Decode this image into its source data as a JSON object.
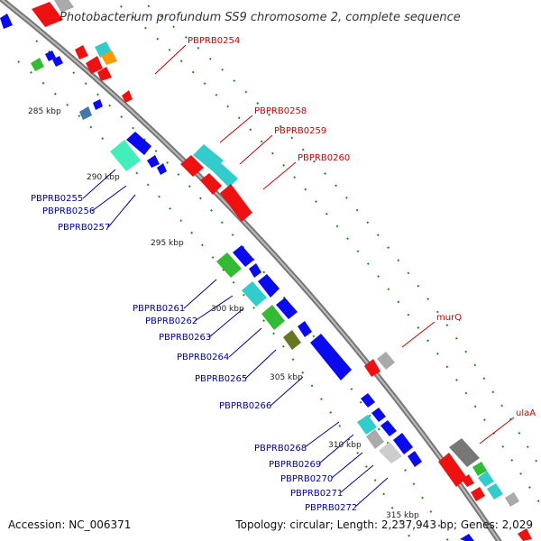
{
  "title": "Photobacterium profundum SS9 chromosome 2, complete sequence",
  "accession_text": "Accession: NC_006371",
  "summary_text": "Topology: circular; Length: 2,237,943 bp; Genes: 2,029",
  "ticks": [
    {
      "label": "285 kbp"
    },
    {
      "label": "290 kbp"
    },
    {
      "label": "295 kbp"
    },
    {
      "label": "300 kbp"
    },
    {
      "label": "305 kbp"
    },
    {
      "label": "310 kbp"
    },
    {
      "label": "315 kbp"
    }
  ],
  "labels_forward": [
    "PBPRB0254",
    "PBPRB0258",
    "PBPRB0259",
    "PBPRB0260",
    "murQ",
    "ulaA"
  ],
  "labels_reverse": [
    "PBPRB0255",
    "PBPRB0256",
    "PBPRB0257",
    "PBPRB0261",
    "PBPRB0262",
    "PBPRB0263",
    "PBPRB0264",
    "PBPRB0265",
    "PBPRB0266",
    "PBPRB0268",
    "PBPRB0269",
    "PBPRB0270",
    "PBPRB0271",
    "PBPRB0272"
  ],
  "colors": {
    "forward_label": "#cc0000",
    "reverse_label": "#000099",
    "red": "#ee1111",
    "blue": "#0a0aee",
    "cyan": "#33cccc",
    "green": "#33bb33",
    "grey": "#aaaaaa",
    "backbone": "#888888",
    "dots": "#228822"
  }
}
